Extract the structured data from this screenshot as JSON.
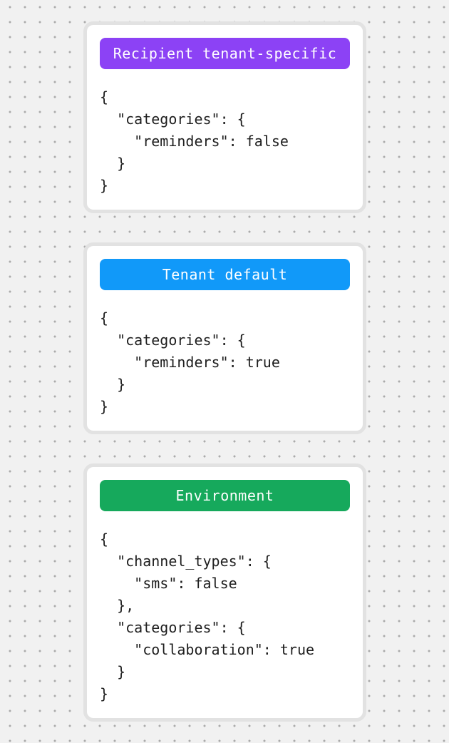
{
  "background": {
    "base_color": "#f1f1f1",
    "dot_color": "#ababab"
  },
  "cards": [
    {
      "badge": {
        "label": "Recipient tenant-specific",
        "color": "#8c42f5"
      },
      "code": "{\n  \"categories\": {\n    \"reminders\": false\n  }\n}"
    },
    {
      "badge": {
        "label": "Tenant default",
        "color": "#1199f9"
      },
      "code": "{\n  \"categories\": {\n    \"reminders\": true\n  }\n}"
    },
    {
      "badge": {
        "label": "Environment",
        "color": "#16a95c"
      },
      "code": "{\n  \"channel_types\": {\n    \"sms\": false\n  },\n  \"categories\": {\n    \"collaboration\": true\n  }\n}"
    }
  ]
}
